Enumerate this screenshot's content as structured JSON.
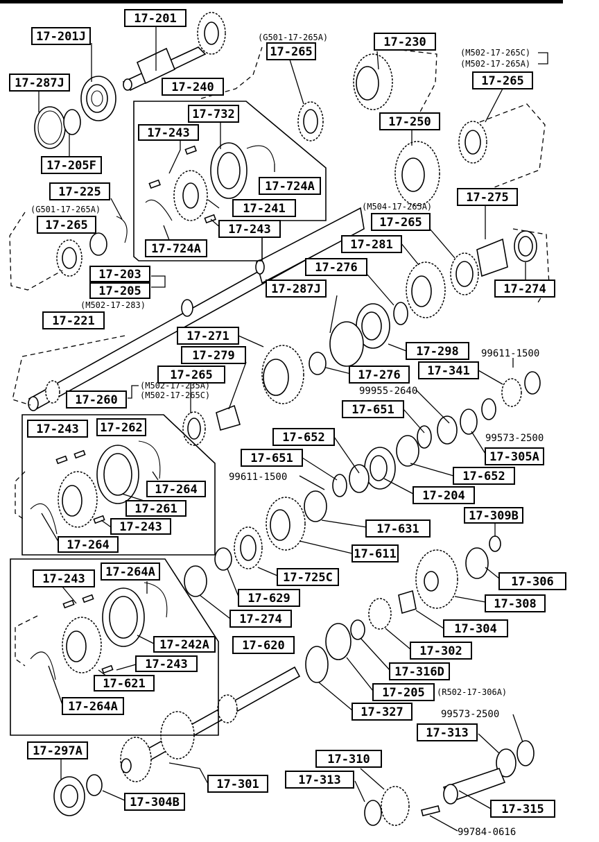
{
  "labels": [
    "17-201",
    "17-201J",
    "17-287J",
    "17-205F",
    "17-240",
    "17-732",
    "17-243",
    "17-724A",
    "17-241",
    "17-243",
    "17-724A",
    "17-225",
    "17-265",
    "17-203",
    "17-205",
    "17-221",
    "17-265",
    "17-230",
    "17-265",
    "17-250",
    "17-275",
    "17-265",
    "17-281",
    "17-276",
    "17-287J",
    "17-274",
    "17-298",
    "17-276",
    "17-271",
    "17-279",
    "17-265",
    "17-260",
    "17-262",
    "17-243",
    "17-264",
    "17-261",
    "17-243",
    "17-264",
    "17-341",
    "17-651",
    "17-652",
    "17-651",
    "17-305A",
    "17-652",
    "17-204",
    "17-631",
    "17-611",
    "17-309B",
    "17-725C",
    "17-629",
    "17-274",
    "17-306",
    "17-308",
    "17-304",
    "17-264A",
    "17-243",
    "17-242A",
    "17-620",
    "17-243",
    "17-621",
    "17-264A",
    "17-302",
    "17-316D",
    "17-205",
    "17-327",
    "17-313",
    "17-297A",
    "17-310",
    "17-313",
    "17-301",
    "17-304B",
    "17-315"
  ],
  "notes": [
    "(G501-17-265A)",
    "(M502-17-265C)",
    "(M502-17-265A)",
    "(G501-17-265A)",
    "(M504-17-265A)",
    "(M502-17-283)",
    "(M502-17-235A)",
    "(M502-17-265C)",
    "(R502-17-306A)"
  ],
  "plain": [
    "99611-1500",
    "99955-2640",
    "99573-2500",
    "99611-1500",
    "99573-2500",
    "99784-0616"
  ]
}
